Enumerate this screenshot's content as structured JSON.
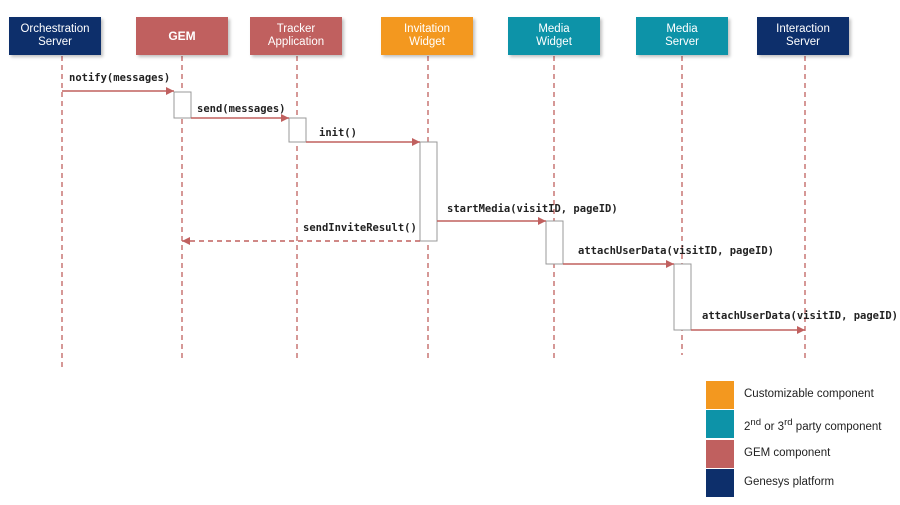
{
  "lanes": [
    {
      "id": "orchestration",
      "label": "Orchestration\nServer",
      "color": "#0d2f6b",
      "bold": false
    },
    {
      "id": "gem",
      "label": "GEM",
      "color": "#c0605f",
      "bold": true
    },
    {
      "id": "tracker",
      "label": "Tracker\nApplication",
      "color": "#c0605f",
      "bold": false
    },
    {
      "id": "invitation",
      "label": "Invitation\nWidget",
      "color": "#f3981f",
      "bold": false
    },
    {
      "id": "media-widget",
      "label": "Media\nWidget",
      "color": "#0d93a8",
      "bold": false
    },
    {
      "id": "media-server",
      "label": "Media\nServer",
      "color": "#0d93a8",
      "bold": false
    },
    {
      "id": "interaction",
      "label": "Interaction\nServer",
      "color": "#0d2f6b",
      "bold": false
    }
  ],
  "messages": [
    {
      "label": "notify(messages)",
      "from": "orchestration",
      "to": "gem",
      "style": "solid"
    },
    {
      "label": "send(messages)",
      "from": "gem",
      "to": "tracker",
      "style": "solid"
    },
    {
      "label": "init()",
      "from": "tracker",
      "to": "invitation",
      "style": "solid"
    },
    {
      "label": "startMedia(visitID, pageID)",
      "from": "invitation",
      "to": "media-widget",
      "style": "solid"
    },
    {
      "label": "sendInviteResult()",
      "from": "invitation",
      "to": "gem",
      "style": "dashed"
    },
    {
      "label": "attachUserData(visitID, pageID)",
      "from": "media-widget",
      "to": "media-server",
      "style": "solid"
    },
    {
      "label": "attachUserData(visitID, pageID)",
      "from": "media-server",
      "to": "interaction",
      "style": "solid"
    }
  ],
  "legend": [
    {
      "color": "#f3981f",
      "label": "Customizable  component"
    },
    {
      "color": "#0d93a8",
      "label_html": "2<sup>nd</sup> or 3<sup>rd</sup> party component"
    },
    {
      "color": "#c0605f",
      "label": "GEM component"
    },
    {
      "color": "#0d2f6b",
      "label": "Genesys platform"
    }
  ],
  "colors": {
    "lifeline": "#c0605f",
    "arrow": "#c0605f",
    "activation_border": "#999999"
  }
}
